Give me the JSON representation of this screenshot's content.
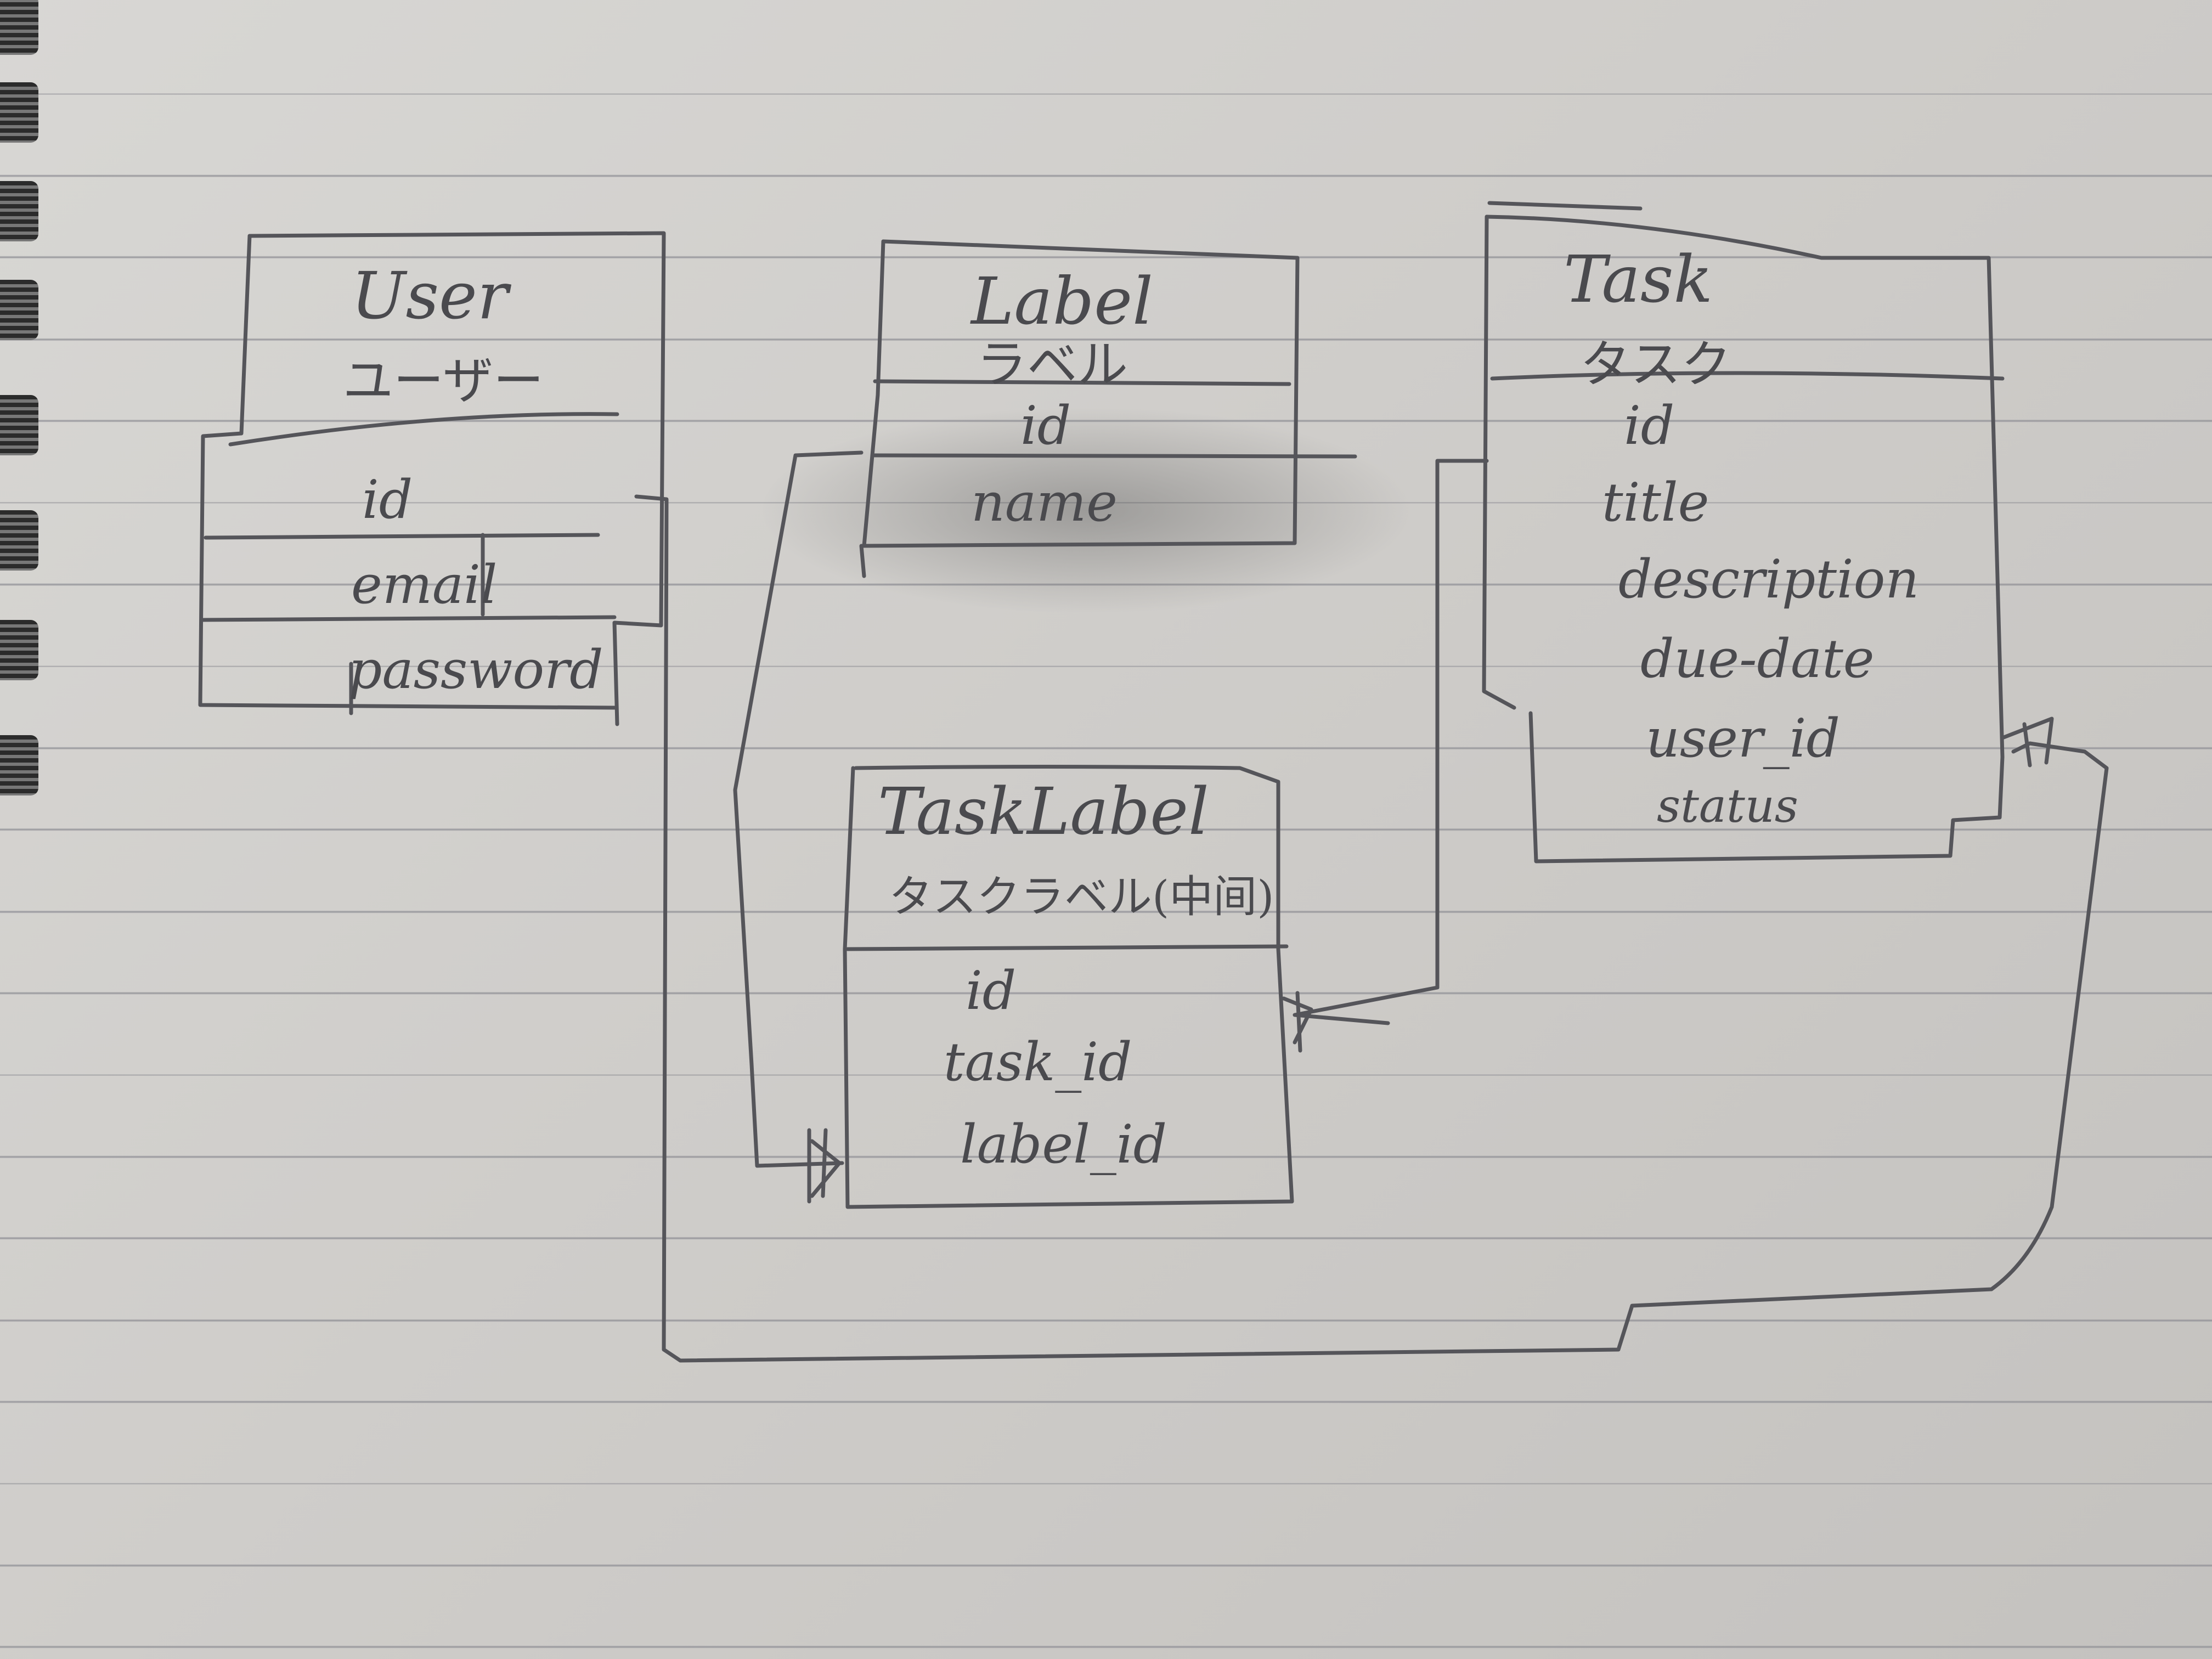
{
  "entities": {
    "user": {
      "title": "User",
      "subtitle_jp": "ユーザー",
      "fields": [
        "id",
        "email",
        "password"
      ]
    },
    "label": {
      "title": "Label",
      "subtitle_jp": "ラベル",
      "fields": [
        "id",
        "name"
      ]
    },
    "task": {
      "title": "Task",
      "subtitle_jp": "タスク",
      "fields": [
        "id",
        "title",
        "description",
        "due-date",
        "user_id",
        "status"
      ]
    },
    "task_label": {
      "title": "TaskLabel",
      "subtitle_jp": "タスクラベル(中间)",
      "fields": [
        "id",
        "task_id",
        "label_id"
      ]
    }
  },
  "relationships": [
    {
      "from": "label.id",
      "to": "task_label.label_id",
      "end": "crow-foot"
    },
    {
      "from": "task.id",
      "to": "task_label.task_id",
      "end": "crow-foot"
    },
    {
      "from": "user.id",
      "to": "task.user_id",
      "end": "crow-foot"
    }
  ],
  "colors": {
    "pencil": "#4a4a4e",
    "paper": "#d6d5d2",
    "rule": "#8f8f95"
  }
}
